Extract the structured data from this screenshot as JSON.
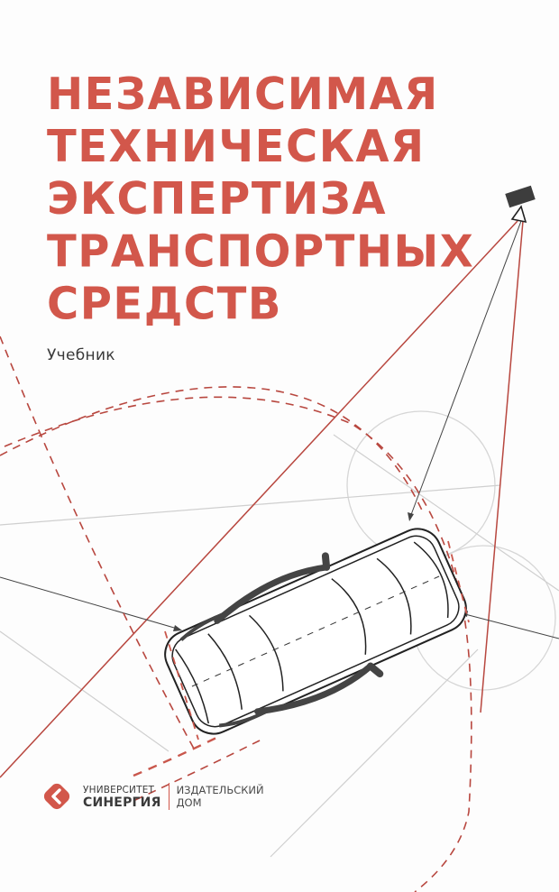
{
  "cover": {
    "title_lines": [
      "НЕЗАВИСИМАЯ",
      "ТЕХНИЧЕСКАЯ",
      "ЭКСПЕРТИЗА",
      "ТРАНСПОРТНЫХ",
      "СРЕДСТВ"
    ],
    "subtitle": "Учебник",
    "colors": {
      "accent": "#d2574b",
      "line_red": "#b8473f",
      "ink": "#3a3a3a",
      "guide_gray": "#cfcfcf"
    },
    "illustration": {
      "camera_icon": "camera-icon",
      "car_icon": "car-topview-icon"
    }
  },
  "publisher": {
    "logo_icon": "synergy-logo-icon",
    "line1": "УНИВЕРСИТЕТ",
    "line2": "СИНЕРГИЯ",
    "division_line1": "ИЗДАТЕЛЬСКИЙ",
    "division_line2": "ДОМ"
  }
}
